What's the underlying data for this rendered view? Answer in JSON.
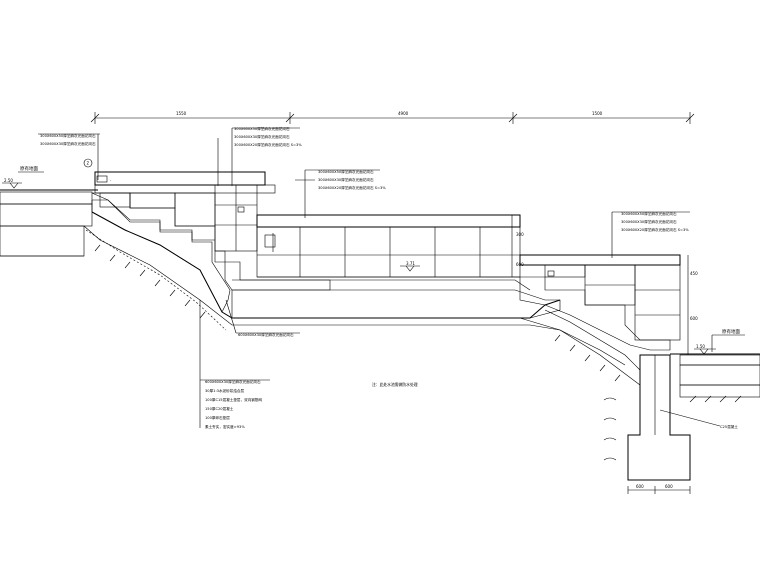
{
  "dimensions": {
    "segments": [
      "1550",
      "4900",
      "1500"
    ],
    "vertical": [
      "300",
      "600",
      "450",
      "600"
    ],
    "footing": [
      "600",
      "600"
    ]
  },
  "elevations": {
    "left_top": "2.50",
    "pool_water": "3.71",
    "right_low": "1.50"
  },
  "labels": {
    "left_ground": "原有地面",
    "right_ground": "原有地面",
    "slope_note": "-",
    "ref_circle": "2",
    "top_group": [
      "300X600X50厚芝麻灰光面花岗石",
      "300X600X30厚芝麻灰光面花岗石",
      "300X600X20厚芝麻灰光面花岗石 S=3%"
    ],
    "left_group": [
      "300X600X50厚芝麻灰光面花岗石",
      "300X600X30厚芝麻灰光面花岗石"
    ],
    "mid_group": [
      "300X600X50厚芝麻灰光面花岗石",
      "300X600X30厚芝麻灰光面花岗石",
      "300X600X20厚芝麻灰光面花岗石 S=3%"
    ],
    "right_group": [
      "300X600X50厚芝麻灰光面花岗石",
      "300X600X30厚芝麻灰光面花岗石",
      "300X600X20厚芝麻灰光面花岗石 S=3%"
    ],
    "lower_note": "600X600X30厚芝麻灰光面花岗石",
    "layers_group": [
      "600X600X30厚芝麻灰光面花岗石",
      "30厚1:3水泥砂浆结合层",
      "100厚C15混凝土垫层，双向钢筋网",
      "150厚C20混凝土",
      "100厚碎石垫层",
      "素土夯实，密实度>93%"
    ],
    "center_note": "注：此处水池需做防水处理",
    "wall_note": "C25混凝土"
  }
}
